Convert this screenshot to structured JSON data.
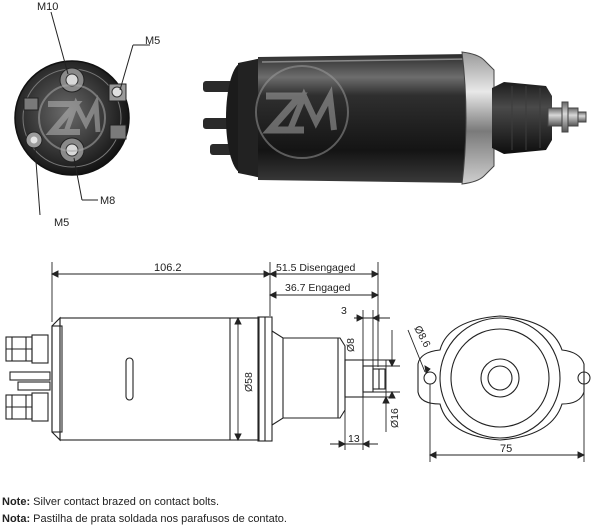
{
  "photo_end_labels": {
    "m10": "M10",
    "m5_top": "M5",
    "m8": "M8",
    "m5_bottom": "M5"
  },
  "drawing_dimensions": {
    "body_length": "106.2",
    "stroke_disengaged": "51.5 Disengaged",
    "stroke_engaged": "36.7 Engaged",
    "plunger_offset": "3",
    "plunger_diameter": "Ø8",
    "body_diameter": "Ø58",
    "boss_diameter": "Ø16",
    "boss_length": "13",
    "hole_diameter": "Ø8.6",
    "flange_width": "75"
  },
  "notes": [
    {
      "label": "Note:",
      "text": "Silver contact brazed on contact bolts."
    },
    {
      "label": "Nota:",
      "text": "Pastilha de prata soldada nos parafusos de contato."
    }
  ],
  "colors": {
    "line": "#222222",
    "photo_dark": "#1a1a1a",
    "photo_mid": "#5a5a5a",
    "photo_light": "#b8b8b8",
    "watermark": "#9a9a9a"
  }
}
